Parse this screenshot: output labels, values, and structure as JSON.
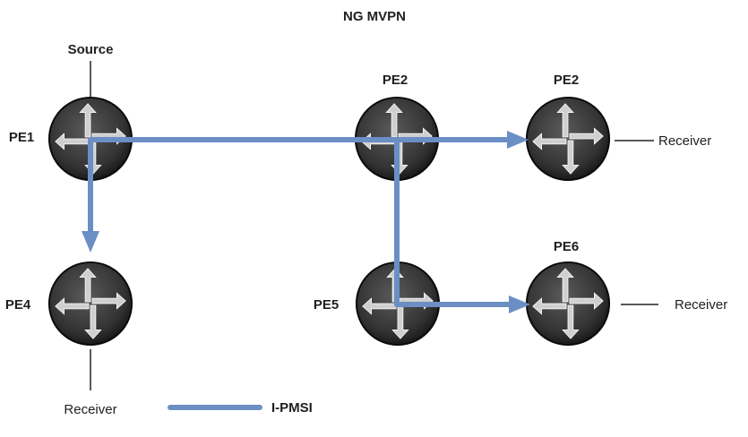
{
  "diagram": {
    "title": "NG MVPN",
    "source_label": "Source",
    "routers": [
      {
        "id": "pe1",
        "label": "PE1"
      },
      {
        "id": "pe2a",
        "label": "PE2"
      },
      {
        "id": "pe2b",
        "label": "PE2"
      },
      {
        "id": "pe4",
        "label": "PE4"
      },
      {
        "id": "pe5",
        "label": "PE5"
      },
      {
        "id": "pe6",
        "label": "PE6"
      }
    ],
    "receivers": [
      {
        "id": "receiver-pe2",
        "label": "Receiver"
      },
      {
        "id": "receiver-pe6",
        "label": "Receiver"
      },
      {
        "id": "receiver-pe4",
        "label": "Receiver"
      }
    ],
    "legend": {
      "label": "I-PMSI",
      "color": "#6b8fc4"
    },
    "colors": {
      "router": "#3a3a3a",
      "router_rim": "#111111",
      "arrow": "#c8c8c8",
      "tunnel": "#6b8fc4",
      "line": "#222222"
    },
    "icons": [
      "router-icon",
      "arrow-cross-icon"
    ]
  }
}
